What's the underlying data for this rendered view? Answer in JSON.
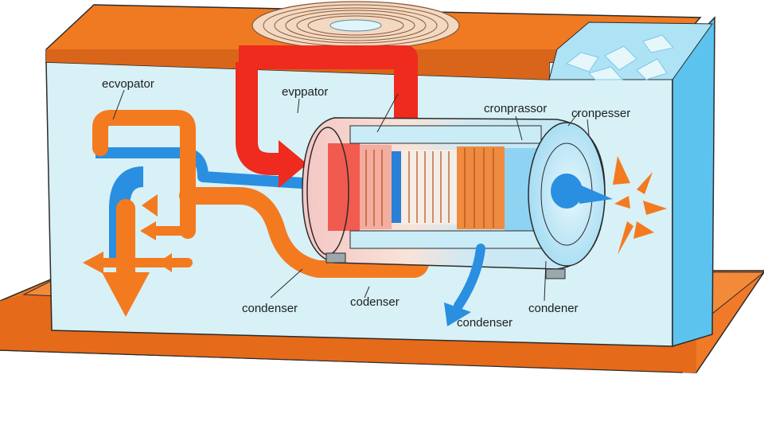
{
  "labels": {
    "evaporator_left": "ecvopator",
    "evaporator_top": "evppator",
    "compressor_1": "cronprassor",
    "compressor_2": "cronpesser",
    "condenser_1": "condenser",
    "condenser_2": "codenser",
    "condenser_3": "condenser",
    "condenser_4": "condener"
  },
  "colors": {
    "hot_pipe": "#f47a20",
    "hot_arrow": "#ef2a1e",
    "cold_pipe": "#2a8fe0",
    "box_fill": "#d7f1f6",
    "box_side": "#5cc3ef",
    "base": "#f07a28",
    "lid": "#f07a22",
    "outline": "#2b2b2b"
  },
  "icons": [
    "fan-grille-icon",
    "ice-cube-icon",
    "spark-burst-icon",
    "drain-arrow-icon"
  ]
}
